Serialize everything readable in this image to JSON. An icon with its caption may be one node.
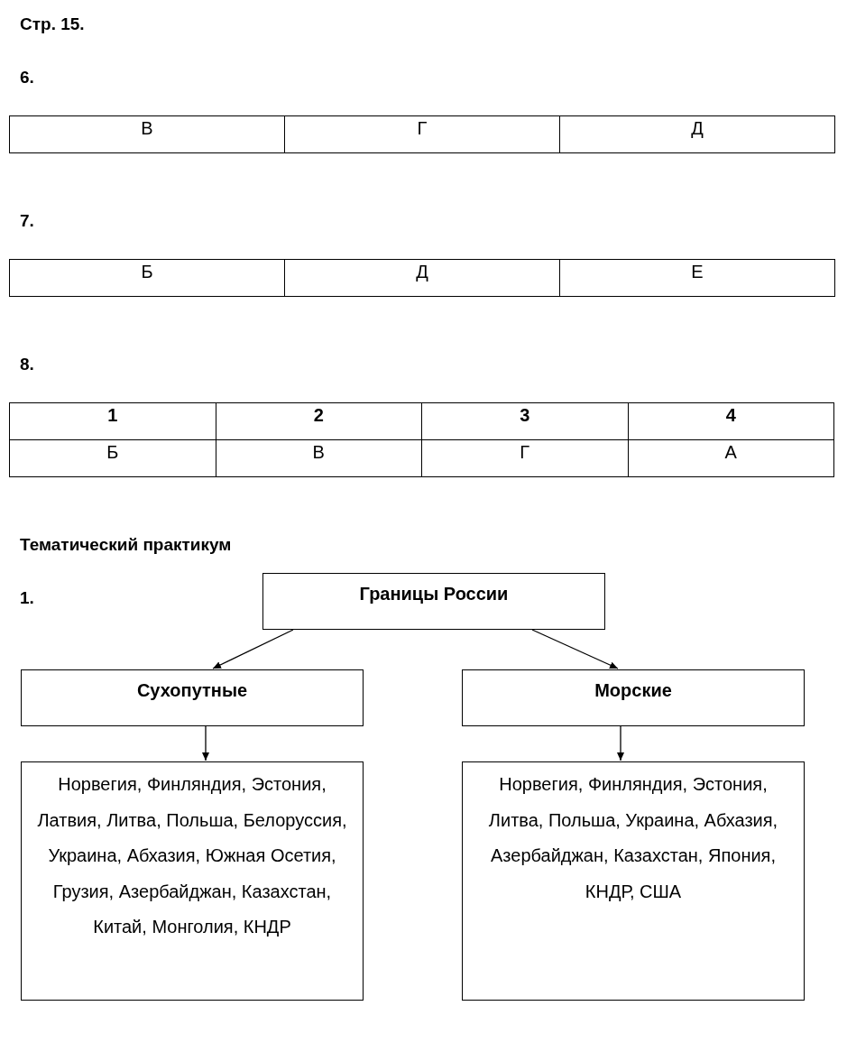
{
  "diagram": {
    "title": "Стр. 15.",
    "nodes": [
      {
        "text": [
          "Границы России"
        ]
      },
      {
        "text": [
          "Сухопутные"
        ]
      },
      {
        "text": [
          "Морские"
        ]
      },
      {
        "text": [
          "Норвегия, Финляндия, Эстония, Латвия, Литва, Польша, Белоруссия, Украина, Абхазия, Южная Осетия, Грузия, Азербайджан, Казахстан, Китай, Монголия, КНДР"
        ]
      },
      {
        "text": [
          "Норвегия, Финляндия, Эстония, Литва, Польша, Украина, Абхазия, Азербайджан, Казахстан, Япония, КНДР, США"
        ]
      }
    ],
    "edges": [
      {
        "from": 0,
        "to": 1,
        "arrow": "to"
      },
      {
        "from": 0,
        "to": 2,
        "arrow": "to"
      },
      {
        "from": 1,
        "to": 3,
        "arrow": "to"
      },
      {
        "from": 2,
        "to": 4,
        "arrow": "to"
      }
    ],
    "labels": [
      "6.",
      "В",
      "Г",
      "Д",
      "7.",
      "Б",
      "Д",
      "Е",
      "8.",
      "1",
      "2",
      "3",
      "4",
      "Б",
      "В",
      "Г",
      "А",
      "Тематический практикум",
      "1."
    ]
  }
}
